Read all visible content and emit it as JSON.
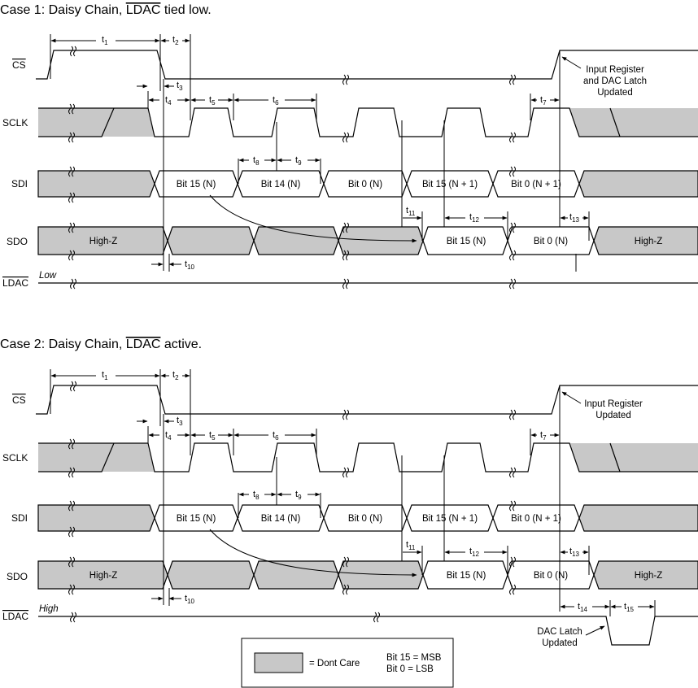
{
  "colors": {
    "dont_care_fill": "#c8c8c8",
    "line": "#000000",
    "background": "#ffffff"
  },
  "case1": {
    "title_prefix": "Case 1: Daisy Chain, ",
    "title_overbar": "LDAC",
    "title_suffix": " tied low.",
    "ldac_level": "Low",
    "note_input_register": [
      "Input Register",
      "and DAC Latch",
      "Updated"
    ]
  },
  "case2": {
    "title_prefix": "Case 2: Daisy Chain, ",
    "title_overbar": "LDAC",
    "title_suffix": " active.",
    "ldac_level": "High",
    "note_input_register": [
      "Input Register",
      "Updated"
    ],
    "note_dac_latch": [
      "DAC Latch",
      "Updated"
    ]
  },
  "signals": {
    "cs": "CS",
    "sclk": "SCLK",
    "sdi": "SDI",
    "sdo": "SDO",
    "ldac": "LDAC"
  },
  "sdi_cells": [
    "Bit 15 (N)",
    "Bit 14 (N)",
    "Bit 0 (N)",
    "Bit 15 (N + 1)",
    "Bit 0 (N + 1)"
  ],
  "sdo_cells": {
    "highz": "High-Z",
    "bit15": "Bit 15 (N)",
    "bit0": "Bit 0 (N)"
  },
  "timing_labels": {
    "t1": [
      "t",
      "1"
    ],
    "t2": [
      "t",
      "2"
    ],
    "t3": [
      "t",
      "3"
    ],
    "t4": [
      "t",
      "4"
    ],
    "t5": [
      "t",
      "5"
    ],
    "t6": [
      "t",
      "6"
    ],
    "t7": [
      "t",
      "7"
    ],
    "t8": [
      "t",
      "8"
    ],
    "t9": [
      "t",
      "9"
    ],
    "t10": [
      "t",
      "10"
    ],
    "t11": [
      "t",
      "11"
    ],
    "t12": [
      "t",
      "12"
    ],
    "t13": [
      "t",
      "13"
    ],
    "t14": [
      "t",
      "14"
    ],
    "t15": [
      "t",
      "15"
    ]
  },
  "legend": {
    "dont_care": "= Dont Care",
    "msb": "Bit 15 = MSB",
    "lsb": "Bit 0 = LSB"
  }
}
